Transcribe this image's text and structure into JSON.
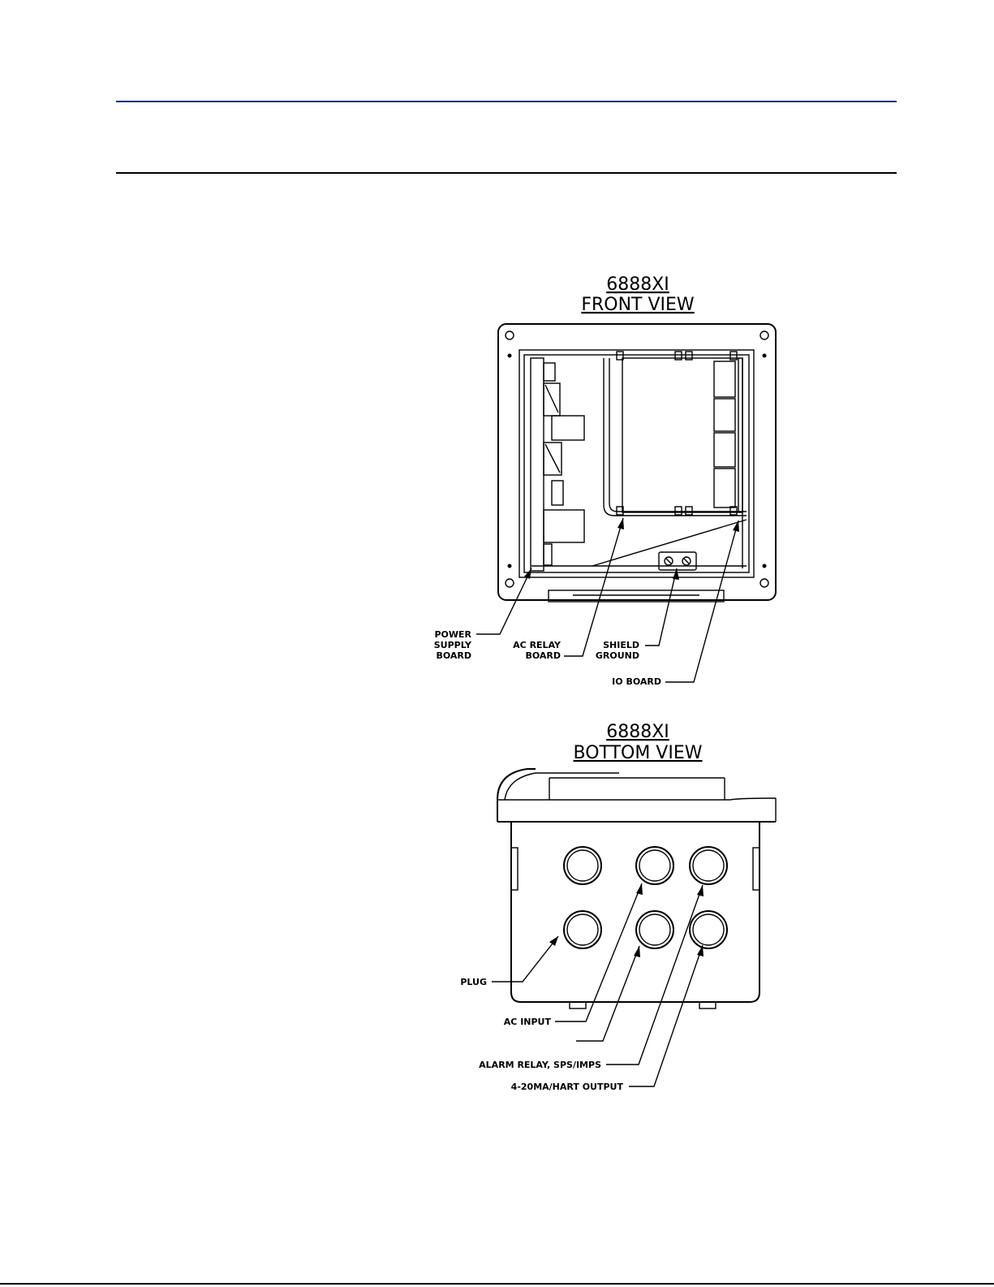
{
  "front_view": {
    "title_line1": "6888XI",
    "title_line2": "FRONT VIEW",
    "callouts": {
      "power_supply": [
        "POWER",
        "SUPPLY",
        "BOARD"
      ],
      "ac_relay": [
        "AC RELAY",
        "BOARD"
      ],
      "shield_ground": [
        "SHIELD",
        "GROUND"
      ],
      "io_board": "IO BOARD"
    }
  },
  "bottom_view": {
    "title_line1": "6888XI",
    "title_line2": "BOTTOM VIEW",
    "callouts": {
      "plug": "PLUG",
      "ac_input": "AC INPUT",
      "alarm_relay": "ALARM RELAY, SPS/IMPS",
      "output": "4-20MA/HART OUTPUT"
    }
  }
}
